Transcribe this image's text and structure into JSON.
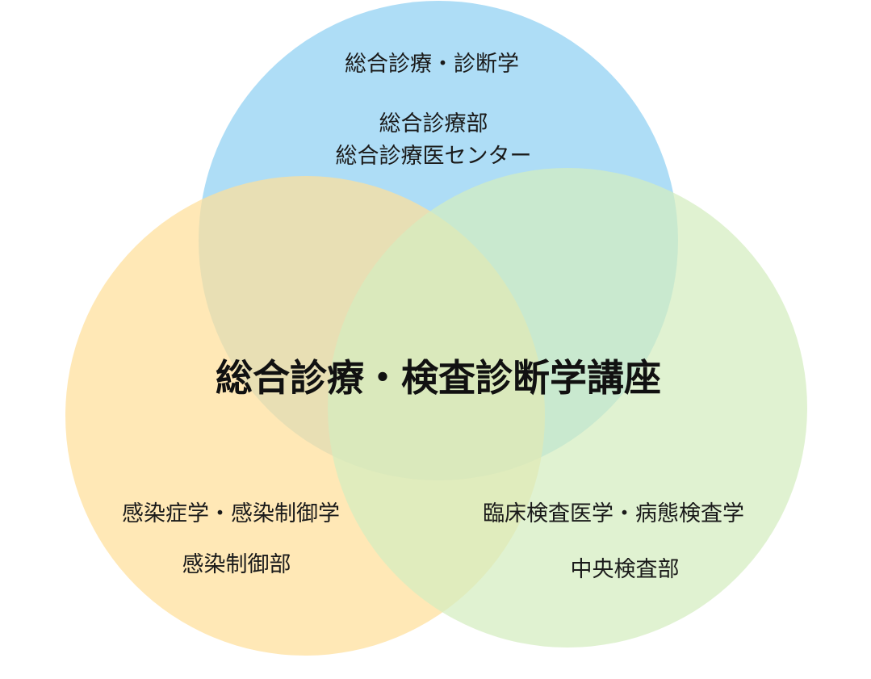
{
  "colors": {
    "top_circle": "#8fd0f3",
    "left_circle": "#ffdf9a",
    "right_circle": "#d4edbf"
  },
  "center": {
    "title": "総合診療・検査診断学講座"
  },
  "top": {
    "line1": "総合診療・診断学",
    "line2": "総合診療部",
    "line3": "総合診療医センター"
  },
  "left": {
    "line1": "感染症学・感染制御学",
    "line2": "感染制御部"
  },
  "right": {
    "line1": "臨床検査医学・病態検査学",
    "line2": "中央検査部"
  }
}
